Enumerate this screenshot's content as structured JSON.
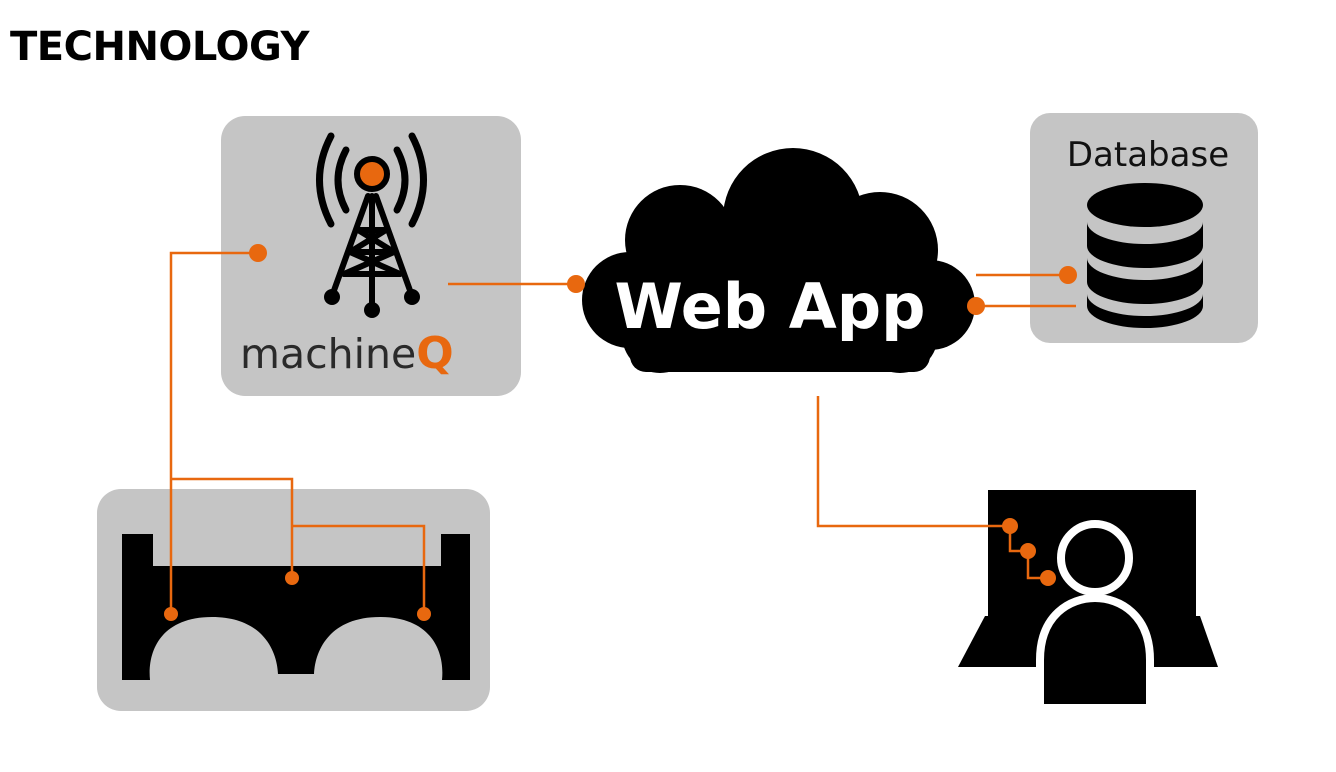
{
  "title": "TECHNOLOGY",
  "nodes": {
    "gateway": {
      "brand_prefix": "machine",
      "brand_suffix": "Q",
      "icon": "radio-tower-icon"
    },
    "web_app": {
      "label": "Web App",
      "icon": "cloud-icon"
    },
    "database": {
      "label": "Database",
      "icon": "database-icon"
    },
    "bridge": {
      "icon": "bridge-icon"
    },
    "user": {
      "icon": "user-at-laptop-icon"
    }
  },
  "colors": {
    "accent": "#e8680f",
    "panel": "#c5c5c5",
    "ink": "#000000",
    "background": "#ffffff"
  }
}
